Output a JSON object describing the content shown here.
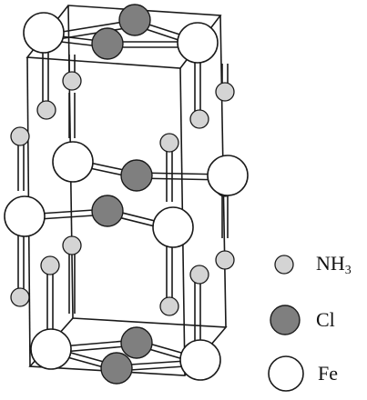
{
  "legend": [
    {
      "key": "nh3",
      "prefix": "NH",
      "subscript": "3",
      "fill": "#d4d4d4"
    },
    {
      "key": "cl",
      "prefix": "Cl",
      "subscript": "",
      "fill": "#7f7f7f"
    },
    {
      "key": "fe",
      "prefix": "Fe",
      "subscript": "",
      "fill": "#ffffff"
    }
  ],
  "colors": {
    "stroke": "#1a1a1a",
    "background": "#ffffff"
  }
}
